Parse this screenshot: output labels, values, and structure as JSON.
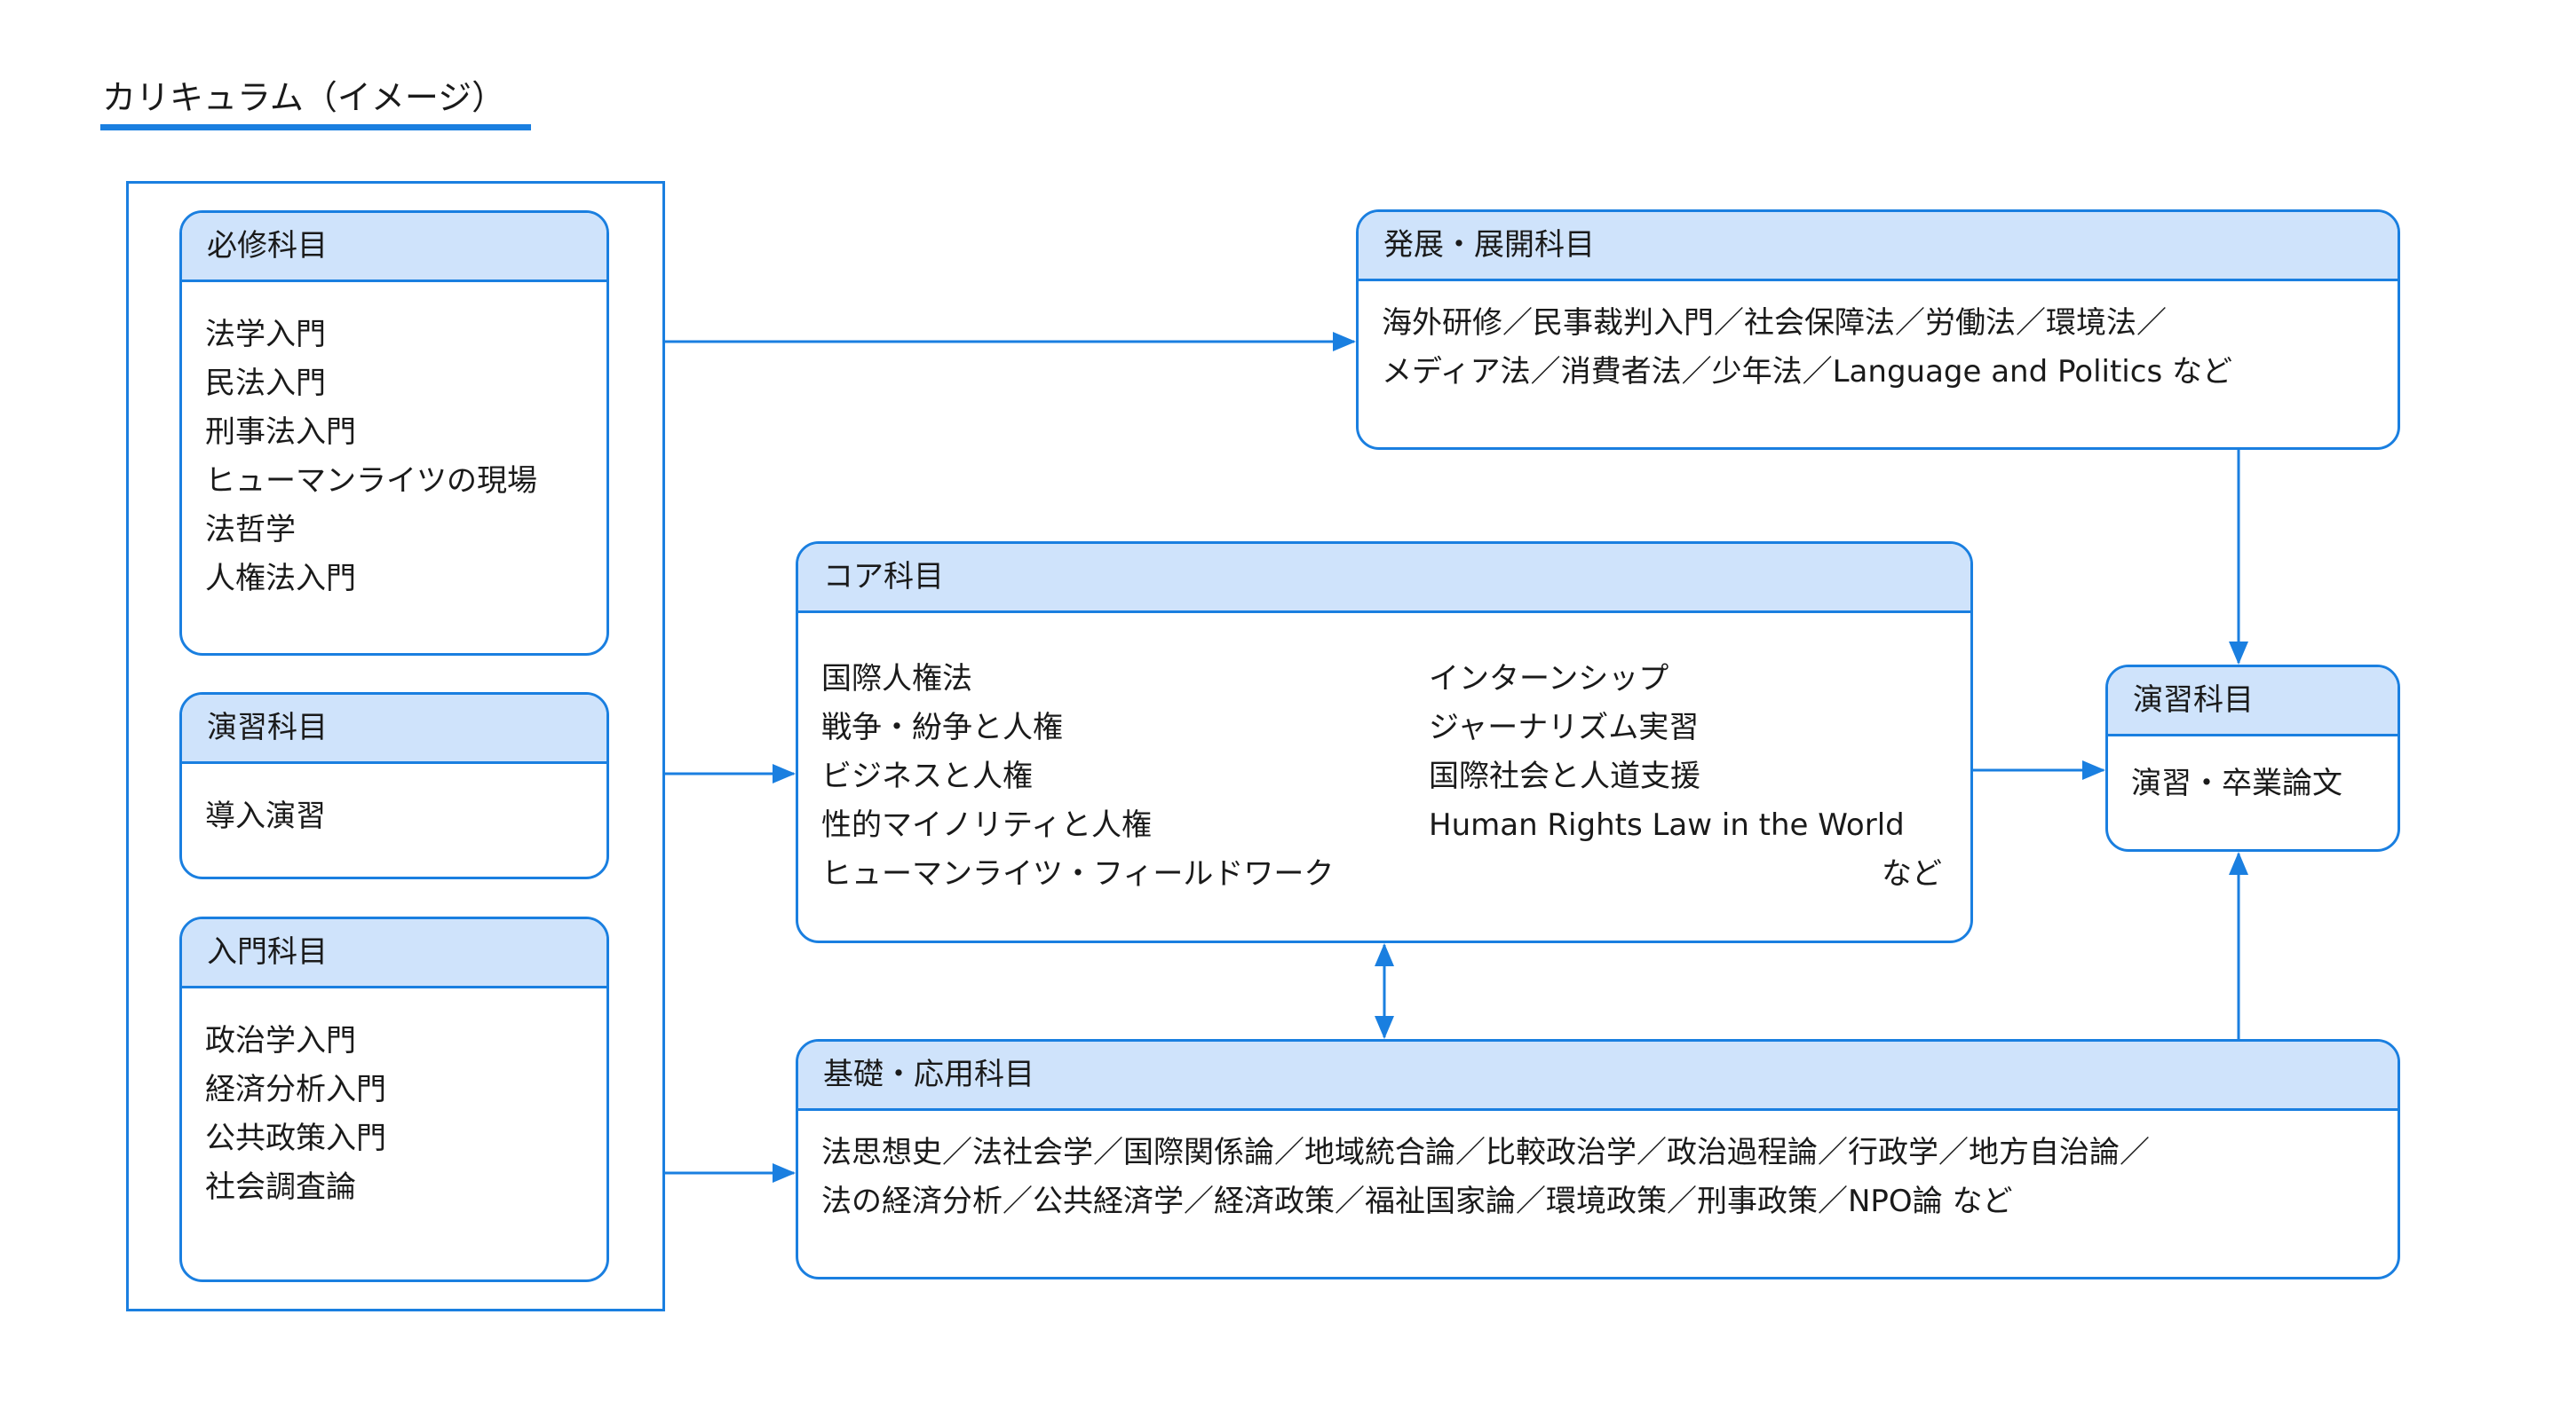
{
  "title": "カリキュラム（イメージ）",
  "colors": {
    "accent": "#1a7fe0",
    "header_fill": "#cfe3fb"
  },
  "boxes": {
    "required": {
      "header": "必修科目",
      "items": [
        "法学入門",
        "民法入門",
        "刑事法入門",
        "ヒューマンライツの現場",
        "法哲学",
        "人権法入門"
      ]
    },
    "seminar_left": {
      "header": "演習科目",
      "items": [
        "導入演習"
      ]
    },
    "intro": {
      "header": "入門科目",
      "items": [
        "政治学入門",
        "経済分析入門",
        "公共政策入門",
        "社会調査論"
      ]
    },
    "advanced": {
      "header": "発展・展開科目",
      "lines": [
        "海外研修／民事裁判入門／社会保障法／労働法／環境法／",
        "メディア法／消費者法／少年法／Language and Politics など"
      ]
    },
    "core": {
      "header": "コア科目",
      "left_items": [
        "国際人権法",
        "戦争・紛争と人権",
        "ビジネスと人権",
        "性的マイノリティと人権",
        "ヒューマンライツ・フィールドワーク"
      ],
      "right_items": [
        "インターンシップ",
        "ジャーナリズム実習",
        "国際社会と人道支援",
        "Human Rights Law in the World"
      ],
      "etc": "など"
    },
    "seminar_right": {
      "header": "演習科目",
      "items": [
        "演習・卒業論文"
      ]
    },
    "basic": {
      "header": "基礎・応用科目",
      "lines": [
        "法思想史／法社会学／国際関係論／地域統合論／比較政治学／政治過程論／行政学／地方自治論／",
        "法の経済分析／公共経済学／経済政策／福祉国家論／環境政策／刑事政策／NPO論 など"
      ]
    }
  }
}
